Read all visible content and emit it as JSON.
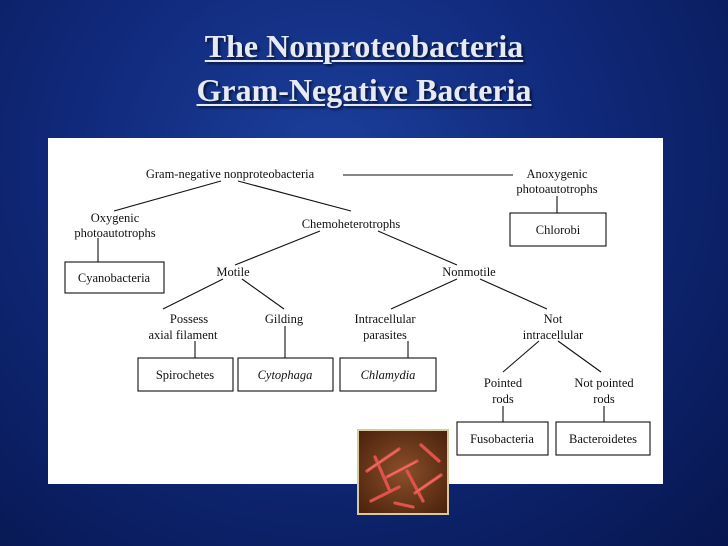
{
  "title": {
    "line1": "The Nonproteobacteria ",
    "line2": "Gram-Negative Bacteria"
  },
  "diagram": {
    "root": "Gram-negative nonproteobacteria",
    "anoxygenic_l1": "Anoxygenic",
    "anoxygenic_l2": "photoautotrophs",
    "chlorobi": "Chlorobi",
    "oxygenic_l1": "Oxygenic",
    "oxygenic_l2": "photoautotrophs",
    "cyanobacteria": "Cyanobacteria",
    "chemoheterotrophs": "Chemoheterotrophs",
    "motile": "Motile",
    "nonmotile": "Nonmotile",
    "possess_l1": "Possess",
    "possess_l2": "axial filament",
    "gilding": "Gilding",
    "intracellular_l1": "Intracellular",
    "intracellular_l2": "parasites",
    "not_l1": "Not",
    "not_l2": "intracellular",
    "spirochetes": "Spirochetes",
    "cytophaga": "Cytophaga",
    "chlamydia": "Chlamydia",
    "pointed_l1": "Pointed",
    "pointed_l2": "rods",
    "notpointed_l1": "Not pointed",
    "notpointed_l2": "rods",
    "fusobacteria": "Fusobacteria",
    "bacteroidetes": "Bacteroidetes"
  },
  "colors": {
    "background": "#10297a",
    "title": "#e6eaf7",
    "photo_background": "#5a2e14",
    "rod_color": "#e0524a"
  }
}
